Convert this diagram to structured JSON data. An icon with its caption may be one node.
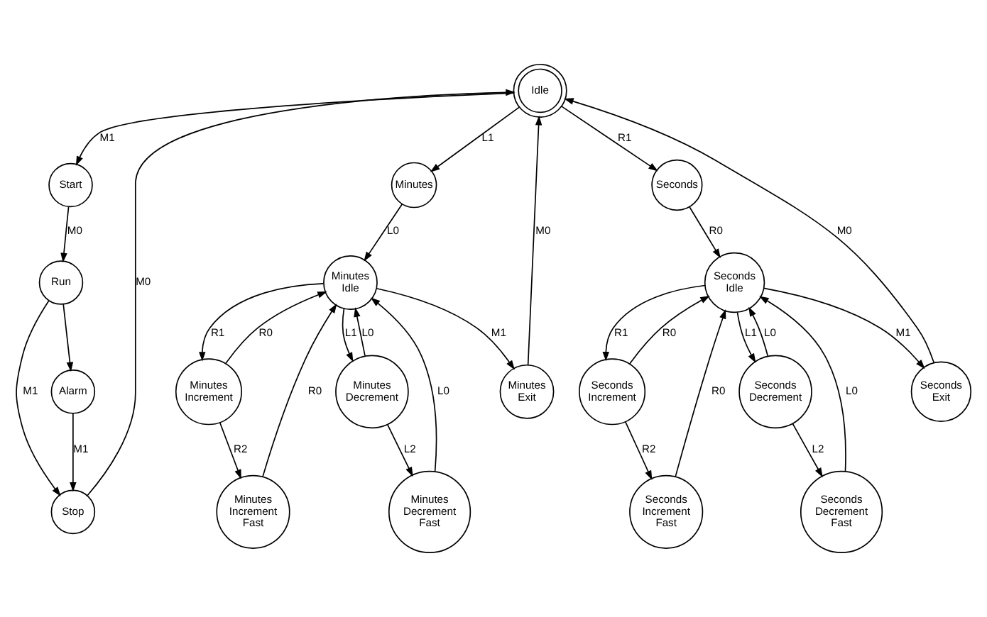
{
  "diagram": {
    "nodes": [
      {
        "text": [
          "Idle"
        ]
      },
      {
        "text": [
          "Start"
        ]
      },
      {
        "text": [
          "Minutes"
        ]
      },
      {
        "text": [
          "Seconds"
        ]
      },
      {
        "text": [
          "Run"
        ]
      },
      {
        "text": [
          "Minutes Idle"
        ]
      },
      {
        "text": [
          "Seconds Idle"
        ]
      },
      {
        "text": [
          "Alarm"
        ]
      },
      {
        "text": [
          "Minutes Increment"
        ]
      },
      {
        "text": [
          "Minutes Decrement"
        ]
      },
      {
        "text": [
          "Minutes Exit"
        ]
      },
      {
        "text": [
          "Seconds Increment"
        ]
      },
      {
        "text": [
          "Seconds Decrement"
        ]
      },
      {
        "text": [
          "Seconds Exit"
        ]
      },
      {
        "text": [
          "Stop"
        ]
      },
      {
        "text": [
          "Minutes Increment Fast"
        ]
      },
      {
        "text": [
          "Minutes Decrement Fast"
        ]
      },
      {
        "text": [
          "Seconds Increment Fast"
        ]
      },
      {
        "text": [
          "Seconds Decrement Fast"
        ]
      }
    ],
    "edges": [
      {
        "from": 0,
        "to": 1,
        "arrow": "to",
        "label": "M1"
      },
      {
        "from": 0,
        "to": 2,
        "arrow": "to",
        "label": "L1"
      },
      {
        "from": 0,
        "to": 3,
        "arrow": "to",
        "label": "R1"
      },
      {
        "from": 1,
        "to": 4,
        "arrow": "to",
        "label": "M0"
      },
      {
        "from": 4,
        "to": 7,
        "arrow": "to"
      },
      {
        "from": 4,
        "to": 14,
        "arrow": "to",
        "label": "M1"
      },
      {
        "from": 7,
        "to": 14,
        "arrow": "to",
        "label": "M1"
      },
      {
        "from": 14,
        "to": 0,
        "arrow": "to",
        "label": "M0"
      },
      {
        "from": 2,
        "to": 5,
        "arrow": "to",
        "label": "L0"
      },
      {
        "from": 5,
        "to": 8,
        "arrow": "to",
        "label": "R1"
      },
      {
        "from": 8,
        "to": 5,
        "arrow": "to",
        "label": "R0"
      },
      {
        "from": 5,
        "to": 9,
        "arrow": "to",
        "label": "L1"
      },
      {
        "from": 9,
        "to": 5,
        "arrow": "to",
        "label": "L0"
      },
      {
        "from": 5,
        "to": 10,
        "arrow": "to",
        "label": "M1"
      },
      {
        "from": 10,
        "to": 0,
        "arrow": "to",
        "label": "M0"
      },
      {
        "from": 8,
        "to": 15,
        "arrow": "to",
        "label": "R2"
      },
      {
        "from": 15,
        "to": 5,
        "arrow": "to",
        "label": "R0"
      },
      {
        "from": 9,
        "to": 16,
        "arrow": "to",
        "label": "L2"
      },
      {
        "from": 16,
        "to": 5,
        "arrow": "to",
        "label": "L0"
      },
      {
        "from": 3,
        "to": 6,
        "arrow": "to",
        "label": "R0"
      },
      {
        "from": 6,
        "to": 11,
        "arrow": "to",
        "label": "R1"
      },
      {
        "from": 11,
        "to": 6,
        "arrow": "to",
        "label": "R0"
      },
      {
        "from": 6,
        "to": 12,
        "arrow": "to",
        "label": "L1"
      },
      {
        "from": 12,
        "to": 6,
        "arrow": "to",
        "label": "L0"
      },
      {
        "from": 6,
        "to": 13,
        "arrow": "to",
        "label": "M1"
      },
      {
        "from": 13,
        "to": 0,
        "arrow": "to",
        "label": "M0"
      },
      {
        "from": 11,
        "to": 17,
        "arrow": "to",
        "label": "R2"
      },
      {
        "from": 17,
        "to": 6,
        "arrow": "to",
        "label": "R0"
      },
      {
        "from": 12,
        "to": 18,
        "arrow": "to",
        "label": "L2"
      },
      {
        "from": 18,
        "to": 6,
        "arrow": "to",
        "label": "L0"
      }
    ]
  }
}
